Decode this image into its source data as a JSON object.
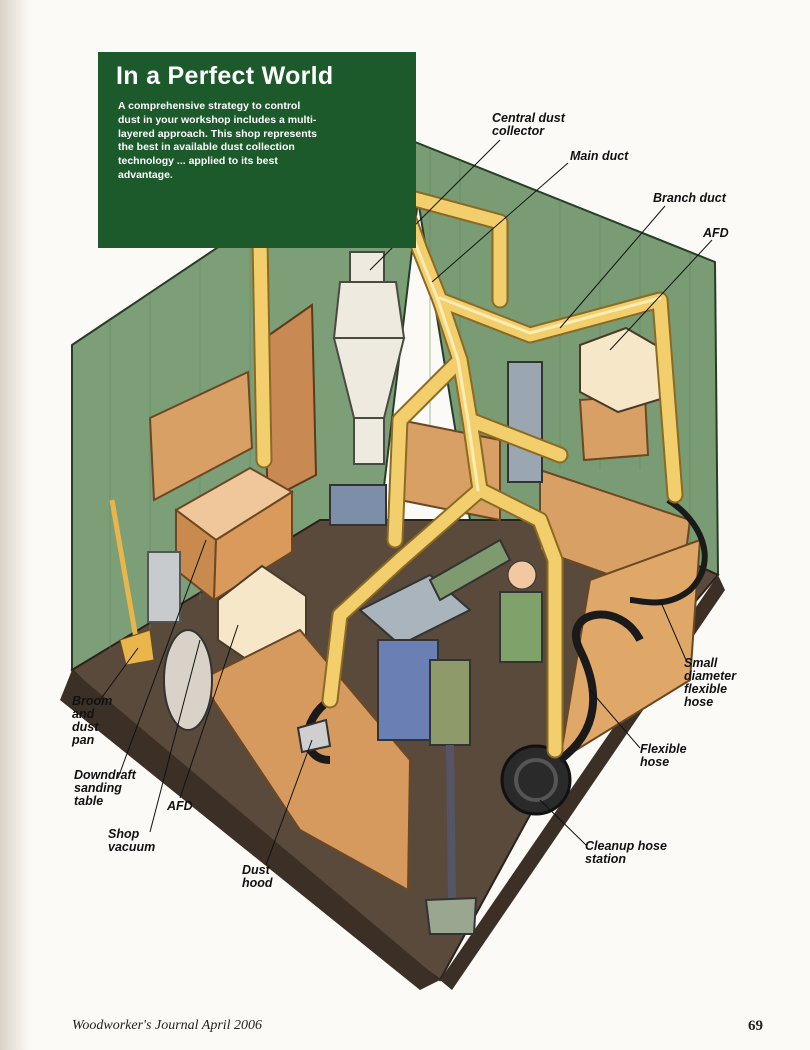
{
  "title": "In a Perfect World",
  "intro": "A comprehensive strategy to control dust in your workshop includes a multi-layered approach. This shop represents the best in available dust collection technology ... applied to its best advantage.",
  "labels": {
    "central_dust_collector": "Central dust\ncollector",
    "main_duct": "Main duct",
    "branch_duct": "Branch duct",
    "afd_top": "AFD",
    "small_diameter_hose": "Small\ndiameter\nflexible\nhose",
    "flexible_hose": "Flexible\nhose",
    "cleanup_hose_station": "Cleanup hose\nstation",
    "dust_hood": "Dust\nhood",
    "shop_vacuum": "Shop\nvacuum",
    "afd_bottom": "AFD",
    "downdraft_sanding_table": "Downdraft\nsanding\ntable",
    "broom_and_dust_pan": "Broom\nand\ndust\npan"
  },
  "footer": {
    "publication": "Woodworker's Journal  April 2006",
    "page_number": "69"
  },
  "colors": {
    "title_box": "#1c5a2c",
    "wall": "#7d9f78",
    "floor": "#5a4a3c",
    "duct": "#f2cf6c",
    "cabinet": "#d9a066"
  }
}
